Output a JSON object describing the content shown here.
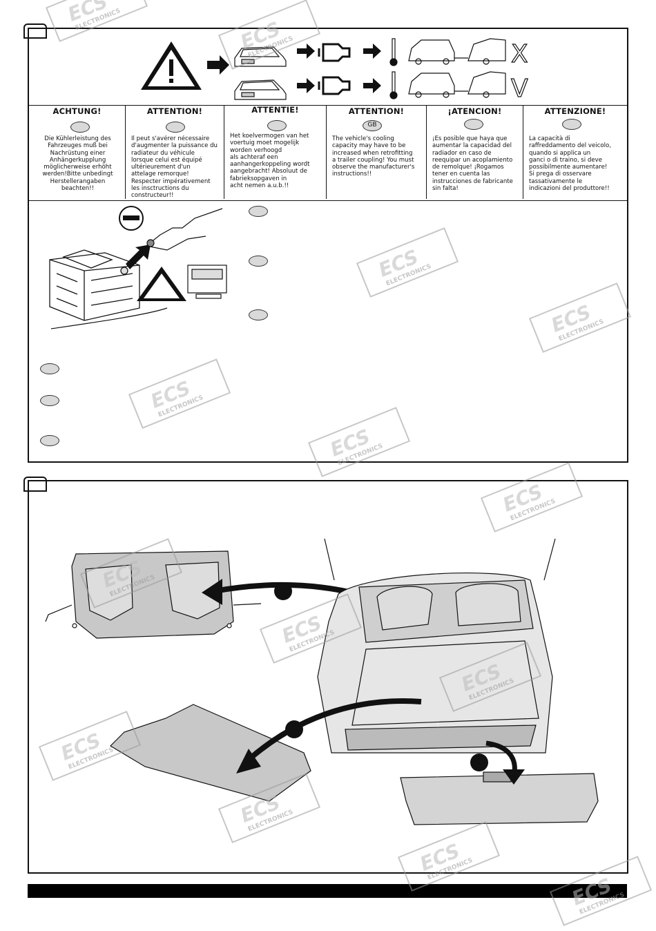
{
  "watermark": {
    "brand": "ECS",
    "sub": "ELECTRONICS"
  },
  "warning_columns": [
    {
      "title": "ACHTUNG!",
      "badge": "",
      "text": "Die Kühlerleistung des\nFahrzeuges muß bei\nNachrüstung einer\nAnhängerkupplung\nmöglicherweise erhöht\nwerden!Bitte unbedingt\nHerstellerangaben\nbeachten!!"
    },
    {
      "title": "ATTENTION!",
      "badge": "",
      "text": "Il peut s'avérer nécessaire\nd'augmenter la puissance du\nradiateur du véhicule\nlorsque celui est équipé\nultérieurement d'un\nattelage remorque!\nRespecter impérativement\nles insctructions du\nconstructeur!!"
    },
    {
      "title": "ATTENTIE!",
      "badge": "",
      "text": "Het koelvermogen van het\nvoertuig moet mogelijk\nworden verhoogd\nals achteraf een\naanhangerkoppeling wordt\naangebracht! Absoluut de\nfabrieksopgaven in\nacht nemen a.u.b.!!"
    },
    {
      "title": "ATTENTION!",
      "badge": "GB",
      "text": "The vehicle's cooling\ncapacity may have to be\nincreased when retrofitting\na trailer coupling! You must\nobserve the manufacturer's\ninstructions!!"
    },
    {
      "title": "¡ATENCION!",
      "badge": "",
      "text": "¡Es posible que haya que\naumentar la capacidad del\nradiador en caso de\nreequipar un acoplamiento\nde remolque! ¡Rogamos\ntener en cuenta las\ninstrucciones de fabricante\nsin falta!"
    },
    {
      "title": "ATTENZIONE!",
      "badge": "",
      "text": "La capacità di\nraffreddamento del veicolo,\nquando si applica un\nganci o di traino, si deve\npossibilmente aumentare!\nSi prega di osservare\ntassativamente le\nindicazioni del produttore!!"
    }
  ],
  "result_marks": {
    "bad": "X",
    "good": "V"
  },
  "colors": {
    "line": "#111111",
    "oval": "#d9d9d9",
    "watermark": "#9a9a9a"
  }
}
